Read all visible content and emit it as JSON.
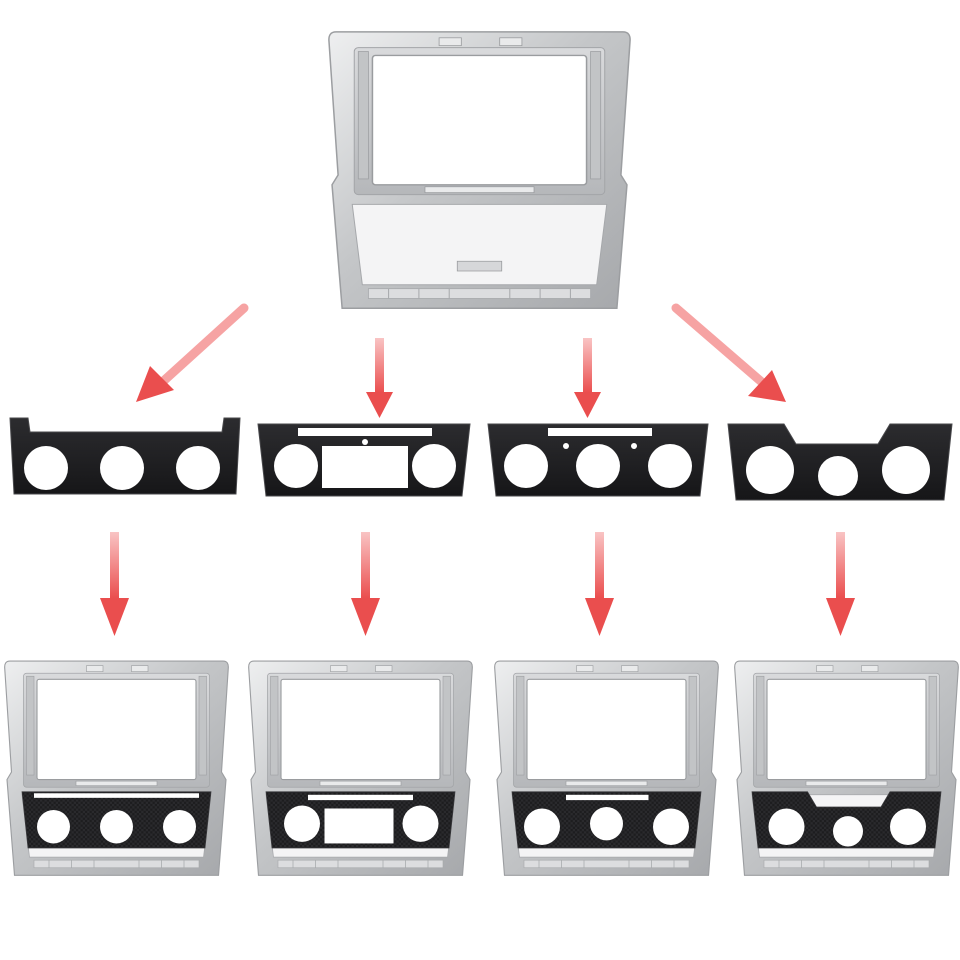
{
  "image": {
    "description_free": true,
    "background": "#ffffff",
    "colors": {
      "frame_silver": "#c9cbcd",
      "frame_silver_light": "#e4e5e6",
      "frame_silver_dark": "#8f9194",
      "panel_black": "#1f1f21",
      "panel_black_edge": "#3a3a3d",
      "arrow_red": "#ef5a5a",
      "arrow_red_light": "#f7a8a8"
    },
    "panels": [
      {
        "id": "panel-1",
        "variant": "three-knob-tab"
      },
      {
        "id": "panel-2",
        "variant": "two-knob-display"
      },
      {
        "id": "panel-3",
        "variant": "three-knob-slot"
      },
      {
        "id": "panel-4",
        "variant": "three-knob-notch"
      }
    ],
    "assemblies": [
      {
        "id": "assembly-1",
        "panel": "panel-1"
      },
      {
        "id": "assembly-2",
        "panel": "panel-2"
      },
      {
        "id": "assembly-3",
        "panel": "panel-3"
      },
      {
        "id": "assembly-4",
        "panel": "panel-4"
      }
    ]
  }
}
